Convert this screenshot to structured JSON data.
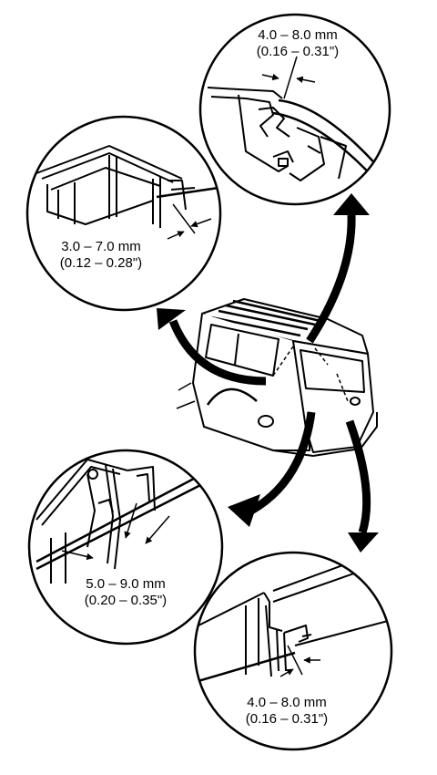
{
  "callouts": {
    "top_right": {
      "mm": "4.0 – 8.0 mm",
      "in": "(0.16 – 0.31\")"
    },
    "top_left": {
      "mm": "3.0 – 7.0 mm",
      "in": "(0.12 – 0.28\")"
    },
    "bottom_left": {
      "mm": "5.0 – 9.0 mm",
      "in": "(0.20 – 0.35\")"
    },
    "bottom_right": {
      "mm": "4.0 – 8.0 mm",
      "in": "(0.16 – 0.31\")"
    }
  },
  "colors": {
    "ink": "#000000",
    "paper": "#ffffff"
  }
}
